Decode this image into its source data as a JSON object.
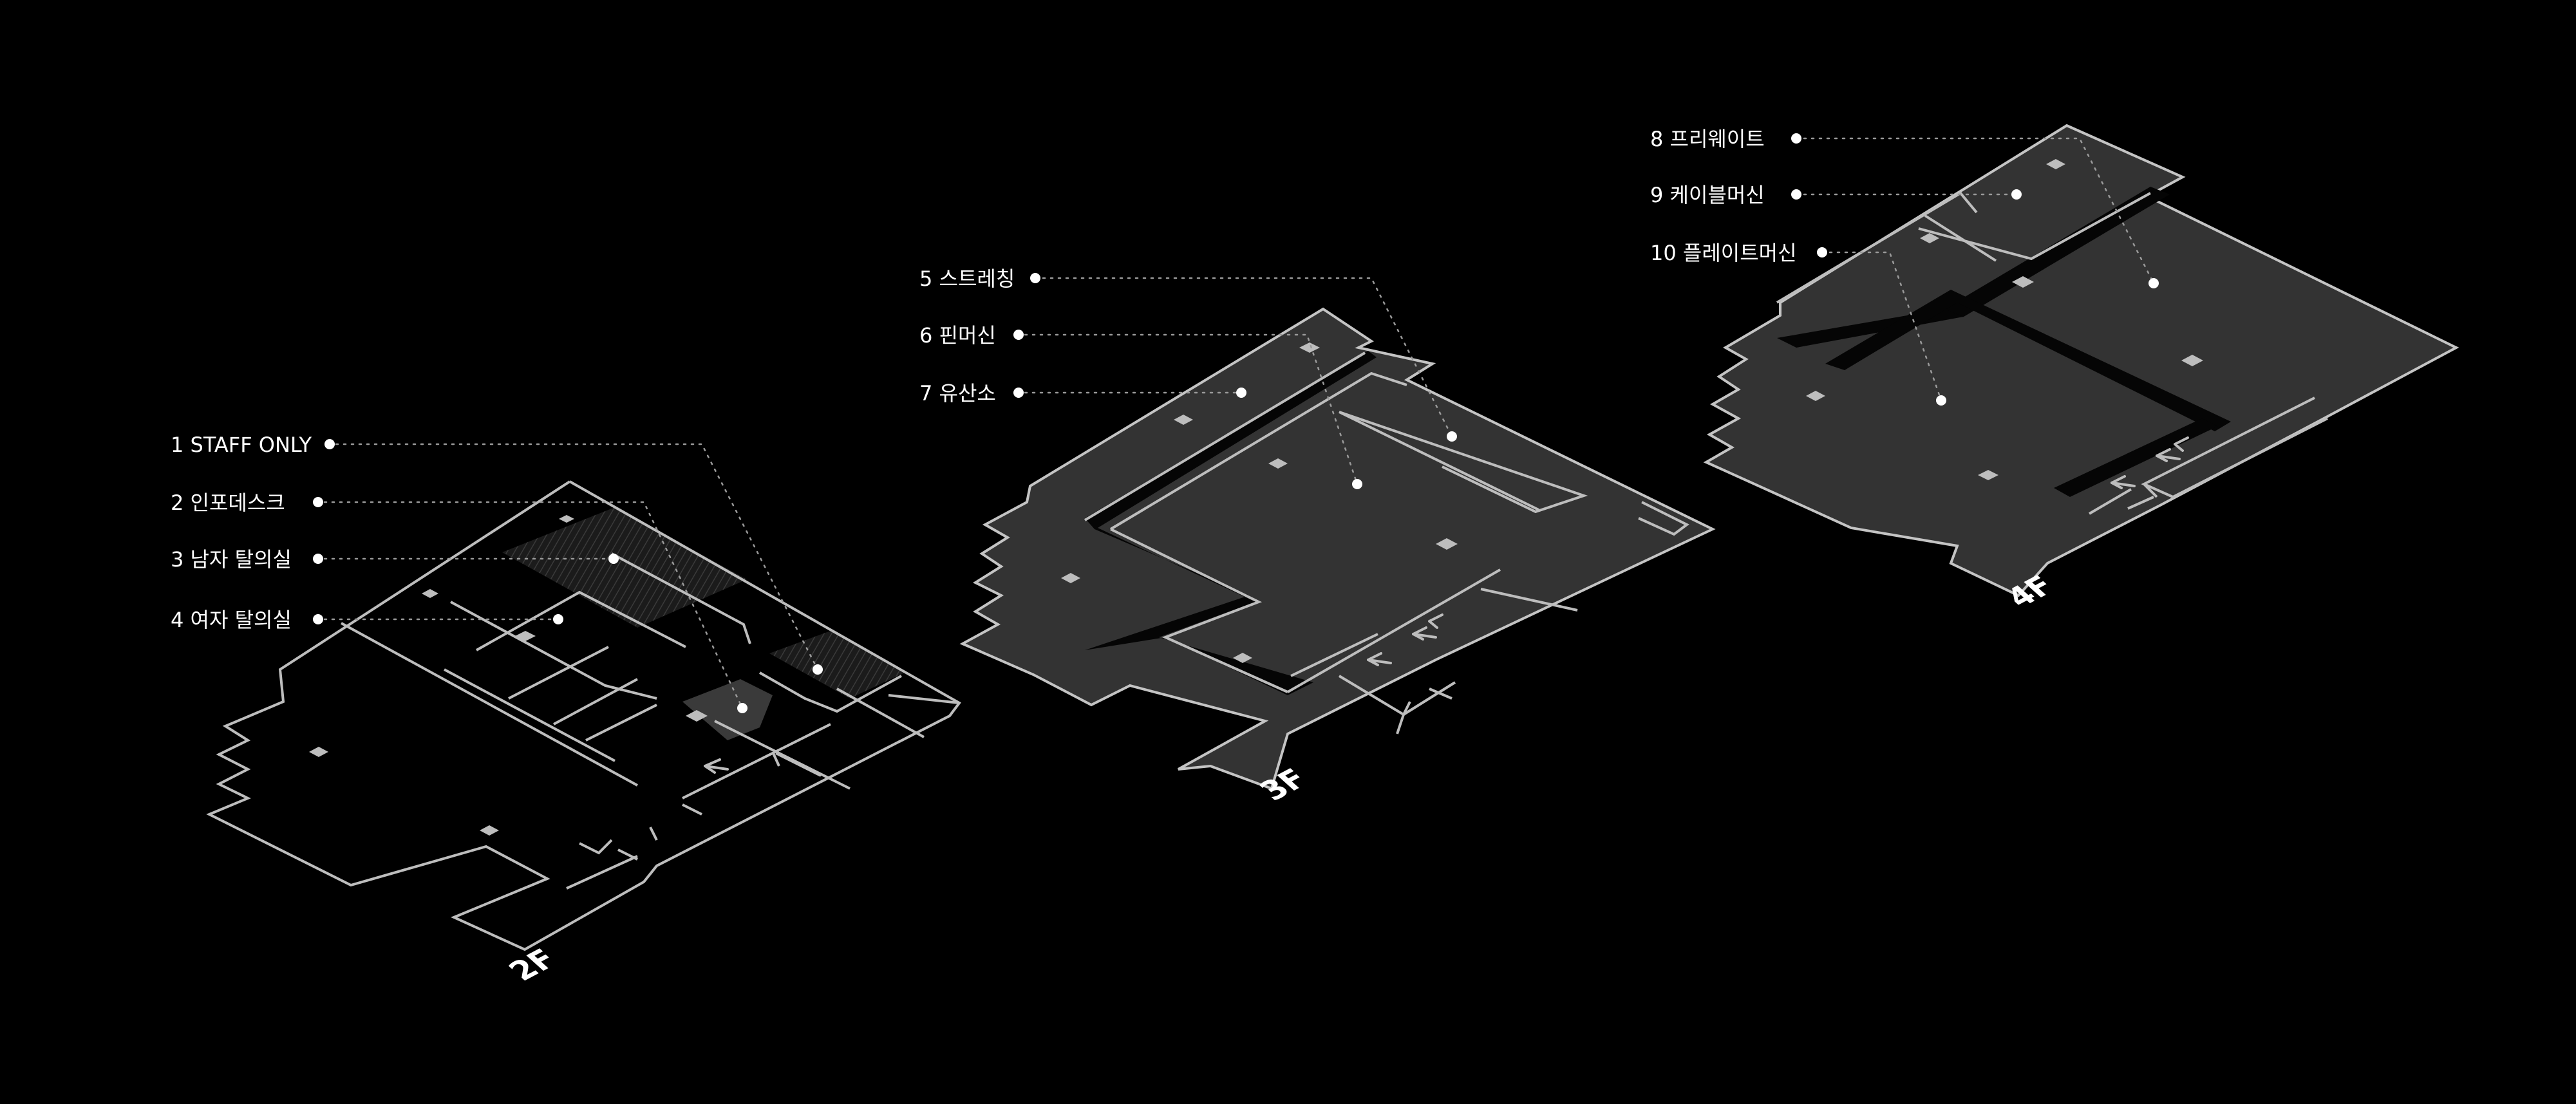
{
  "floors": [
    {
      "tag": "2F"
    },
    {
      "tag": "3F"
    },
    {
      "tag": "4F"
    }
  ],
  "zones": [
    {
      "number": "1",
      "name": "STAFF ONLY"
    },
    {
      "number": "2",
      "name": "인포데스크"
    },
    {
      "number": "3",
      "name": "남자 탈의실"
    },
    {
      "number": "4",
      "name": "여자 탈의실"
    },
    {
      "number": "5",
      "name": "스트레칭"
    },
    {
      "number": "6",
      "name": "핀머신"
    },
    {
      "number": "7",
      "name": "유산소"
    },
    {
      "number": "8",
      "name": "프리웨이트"
    },
    {
      "number": "9",
      "name": "케이블머신"
    },
    {
      "number": "10",
      "name": "플레이트머신"
    }
  ],
  "colors": {
    "background": "#000000",
    "floor_fill": "#333333",
    "wall": "#bdbdbd",
    "label": "#ffffff"
  }
}
